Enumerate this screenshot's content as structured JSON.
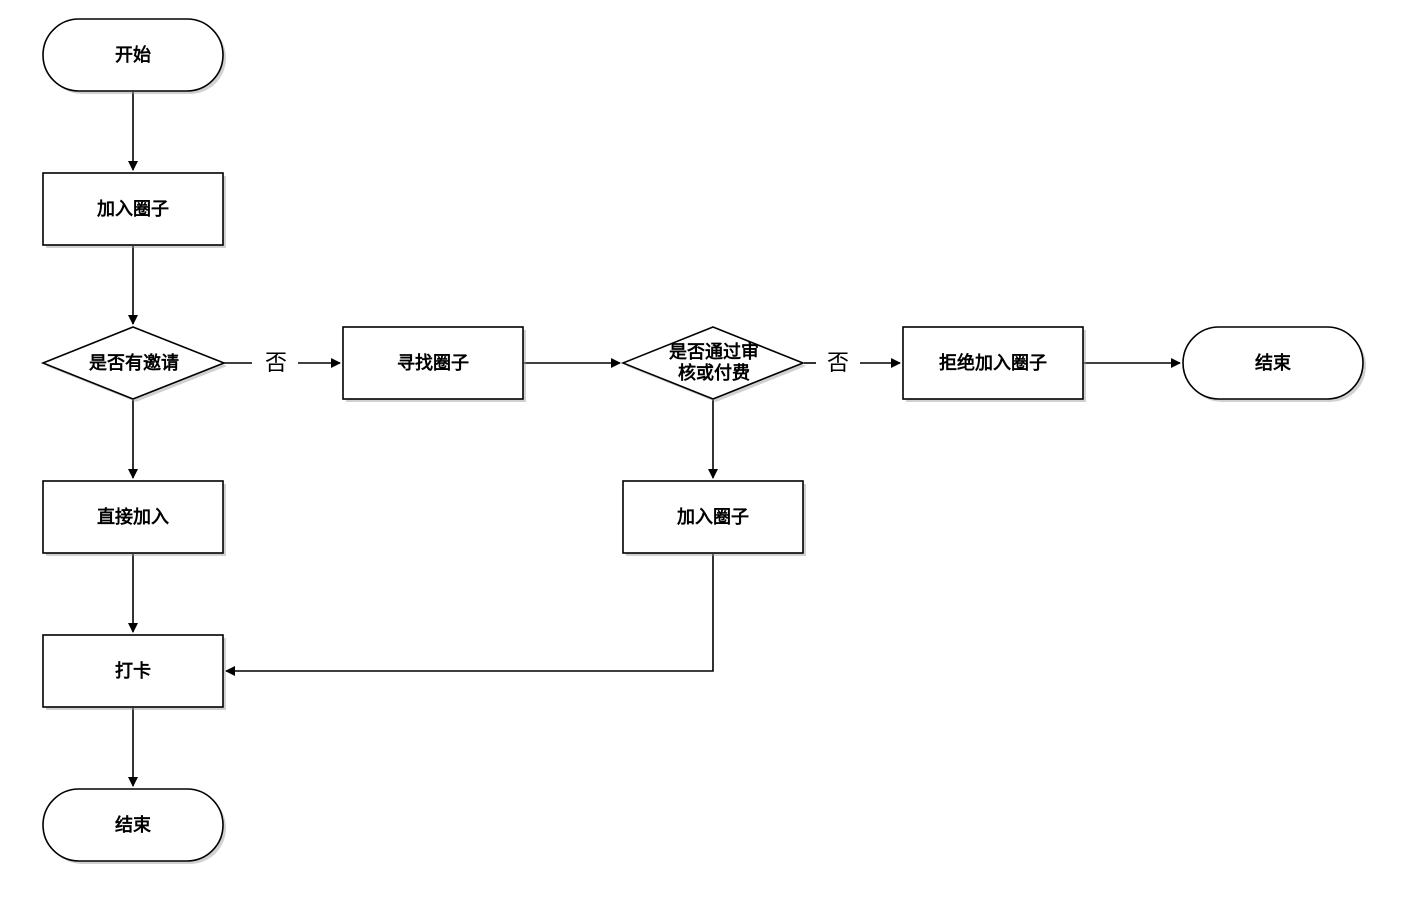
{
  "diagram": {
    "type": "flowchart",
    "nodes": {
      "start": {
        "label": "开始",
        "shape": "terminal"
      },
      "join_circle_1": {
        "label": "加入圈子",
        "shape": "process"
      },
      "has_invite": {
        "label": "是否有邀请",
        "shape": "decision"
      },
      "find_circle": {
        "label": "寻找圈子",
        "shape": "process"
      },
      "review_or_pay": {
        "label_lines": [
          "是否通过审",
          "核或付费"
        ],
        "shape": "decision"
      },
      "reject_join": {
        "label": "拒绝加入圈子",
        "shape": "process"
      },
      "end_right": {
        "label": "结束",
        "shape": "terminal"
      },
      "direct_join": {
        "label": "直接加入",
        "shape": "process"
      },
      "join_circle_2": {
        "label": "加入圈子",
        "shape": "process"
      },
      "check_in": {
        "label": "打卡",
        "shape": "process"
      },
      "end_bottom": {
        "label": "结束",
        "shape": "terminal"
      }
    },
    "edges": [
      {
        "from": "start",
        "to": "join_circle_1",
        "label": ""
      },
      {
        "from": "join_circle_1",
        "to": "has_invite",
        "label": ""
      },
      {
        "from": "has_invite",
        "to": "find_circle",
        "label": "否"
      },
      {
        "from": "has_invite",
        "to": "direct_join",
        "label": ""
      },
      {
        "from": "find_circle",
        "to": "review_or_pay",
        "label": ""
      },
      {
        "from": "review_or_pay",
        "to": "reject_join",
        "label": "否"
      },
      {
        "from": "review_or_pay",
        "to": "join_circle_2",
        "label": ""
      },
      {
        "from": "reject_join",
        "to": "end_right",
        "label": ""
      },
      {
        "from": "direct_join",
        "to": "check_in",
        "label": ""
      },
      {
        "from": "join_circle_2",
        "to": "check_in",
        "label": ""
      },
      {
        "from": "check_in",
        "to": "end_bottom",
        "label": ""
      }
    ]
  }
}
